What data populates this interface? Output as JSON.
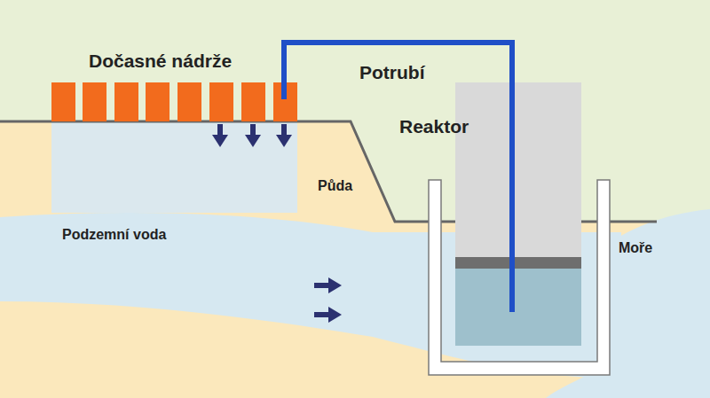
{
  "diagram": {
    "nodes": [
      {
        "text": [
          "Dočasné nádrže"
        ]
      },
      {
        "text": [
          "Reaktor"
        ]
      }
    ],
    "edges": [
      {
        "from": 1,
        "to": 0,
        "label": "Potrubí",
        "arrow": "none"
      }
    ],
    "labels": [
      "Půda",
      "Podzemní voda",
      "Moře"
    ]
  }
}
